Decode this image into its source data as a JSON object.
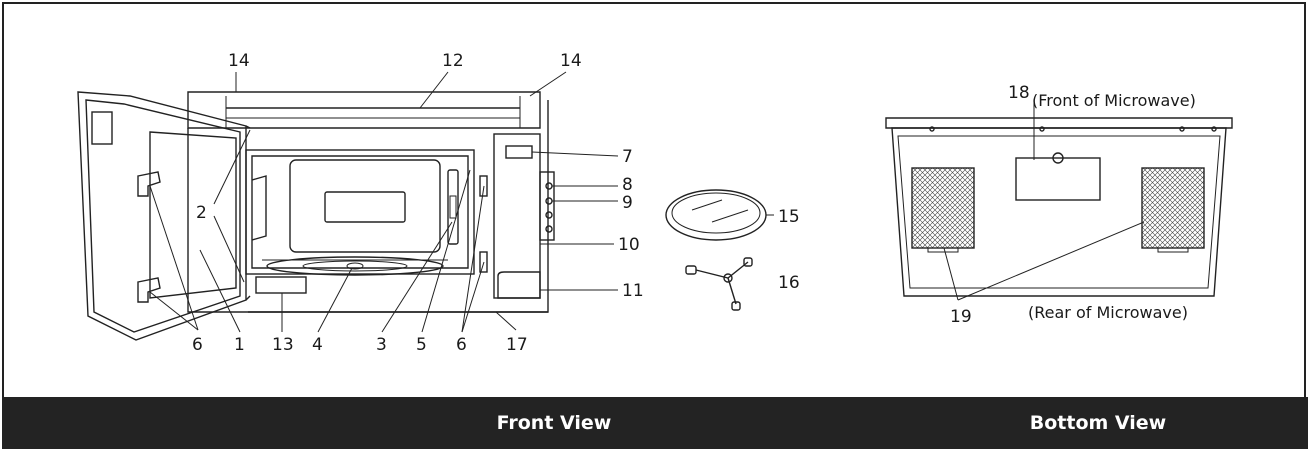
{
  "labels": {
    "n1": "1",
    "n2": "2",
    "n3": "3",
    "n4": "4",
    "n5": "5",
    "n6a": "6",
    "n6b": "6",
    "n7": "7",
    "n8": "8",
    "n9": "9",
    "n10": "10",
    "n11": "11",
    "n12": "12",
    "n13": "13",
    "n14a": "14",
    "n14b": "14",
    "n15": "15",
    "n16": "16",
    "n17": "17",
    "n18": "18",
    "n19": "19"
  },
  "notes": {
    "front_of_microwave": "(Front of Microwave)",
    "rear_of_microwave": "(Rear of Microwave)"
  },
  "captions": {
    "front_view": "Front View",
    "bottom_view": "Bottom View"
  },
  "colors": {
    "caption_bar": "#232323",
    "line": "#222222"
  }
}
